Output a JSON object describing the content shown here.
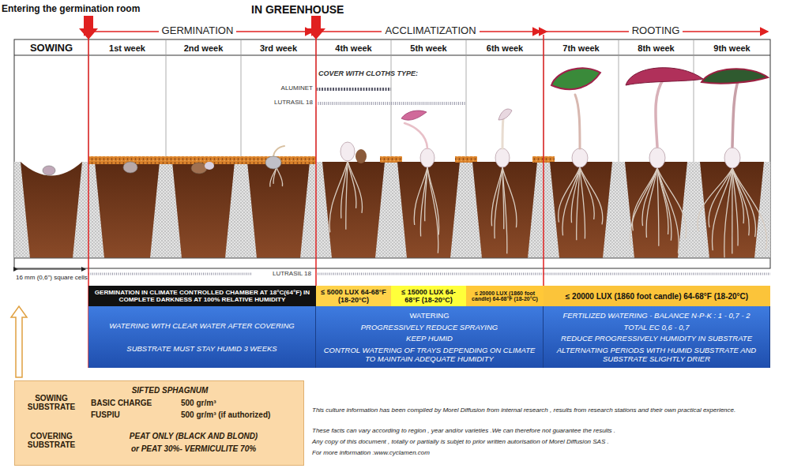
{
  "diagram": {
    "nodes": [
      {
        "text": [
          "GERMINATION IN CLIMATE CONTROLLED CHAMBER AT 18°C(64°F) IN COMPLETE DARKNESS AT 100% RELATIVE HUMIDITY"
        ]
      },
      {
        "text": [
          "≤ 5000 LUX 64-68°F (18-20°C)"
        ]
      },
      {
        "text": [
          "≤ 15000 LUX 64-68°F (18-20°C)"
        ]
      },
      {
        "text": [
          "≤ 20000 LUX (1860 foot candle) 64-68°F (18-20°C)"
        ]
      },
      {
        "text": [
          "≤ 20000 LUX (1860 foot candle) 64-68°F (18-20°C)"
        ]
      },
      {
        "text": [
          "WATERING WITH CLEAR WATER AFTER COVERING",
          "SUBSTRATE MUST STAY HUMID 3 WEEKS"
        ]
      },
      {
        "text": [
          "WATERING",
          "PROGRESSIVELY REDUCE SPRAYING",
          "KEEP HUMID",
          "CONTROL WATERING OF TRAYS DEPENDING ON CLIMATE TO MAINTAIN ADEQUATE HUMIDITY"
        ]
      },
      {
        "text": [
          "FERTILIZED WATERING - BALANCE N-P-K : 1 - 0,7 - 2",
          "TOTAL EC 0,6 - 0,7",
          "REDUCE PROGRESSIVELY HUMIDITY IN SUBSTRATE",
          "ALTERNATING PERIODS WITH HUMID SUBSTRATE AND SUBSTRATE SLIGHTLY DRIER"
        ]
      },
      {
        "text": [
          "SOWING SUBSTRATE",
          "SIFTED SPHAGNUM",
          "BASIC CHARGE",
          "500 gr/m³",
          "FUSPIU",
          "500 gr/m³ (if authorized)",
          "COVERING SUBSTRATE",
          "PEAT ONLY (BLACK AND BLOND)",
          "or PEAT 30%- VERMICULITE 70%"
        ]
      }
    ],
    "labels": [
      "Entering the germination room",
      "IN GREENHOUSE",
      "GERMINATION",
      "ACCLIMATIZATION",
      "ROOTING",
      "SOWING",
      "1st week",
      "2nd week",
      "3rd week",
      "4th week",
      "5th week",
      "6th week",
      "7th week",
      "8th week",
      "9th week",
      "COVER WITH CLOTHS TYPE:",
      "ALUMINET",
      "LUTRASIL 18",
      "LUTRASIL 18",
      "16 mm (0,6\") square cells",
      "This culture information has been compiled by Morel Diffusion from internal research , results from research stations and their own practical experience.",
      "These facts can vary according to region , year and/or varieties .We can therefore not guarantee the results .",
      "Any copy of this document , totally or partially is subjet to prior written autorisation of Morel Diffusion SAS .",
      "For more information :www.cyclamen.com"
    ]
  }
}
